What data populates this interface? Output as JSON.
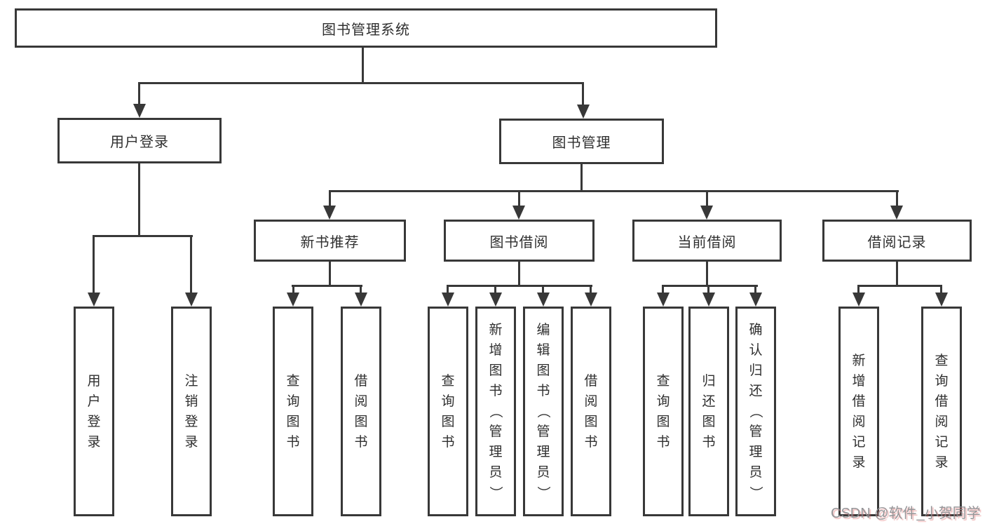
{
  "root": {
    "label": "图书管理系统"
  },
  "branches": {
    "user_login": {
      "label": "用户登录",
      "children": [
        "用户登录",
        "注销登录"
      ]
    },
    "book_mgmt": {
      "label": "图书管理",
      "sections": [
        {
          "label": "新书推荐",
          "children": [
            "查询图书",
            "借阅图书"
          ]
        },
        {
          "label": "图书借阅",
          "children": [
            "查询图书",
            "新增图书（管理员）",
            "编辑图书（管理员）",
            "借阅图书"
          ]
        },
        {
          "label": "当前借阅",
          "children": [
            "查询图书",
            "归还图书",
            "确认归还（管理员）"
          ]
        },
        {
          "label": "借阅记录",
          "children": [
            "新增借阅记录",
            "查询借阅记录"
          ]
        }
      ]
    }
  },
  "watermark": {
    "text": "CSDN @软件_小贺同学"
  },
  "colors": {
    "line": "#383838",
    "text": "#2f2f2f",
    "background": "#ffffff",
    "watermark": "#8d8d90"
  }
}
